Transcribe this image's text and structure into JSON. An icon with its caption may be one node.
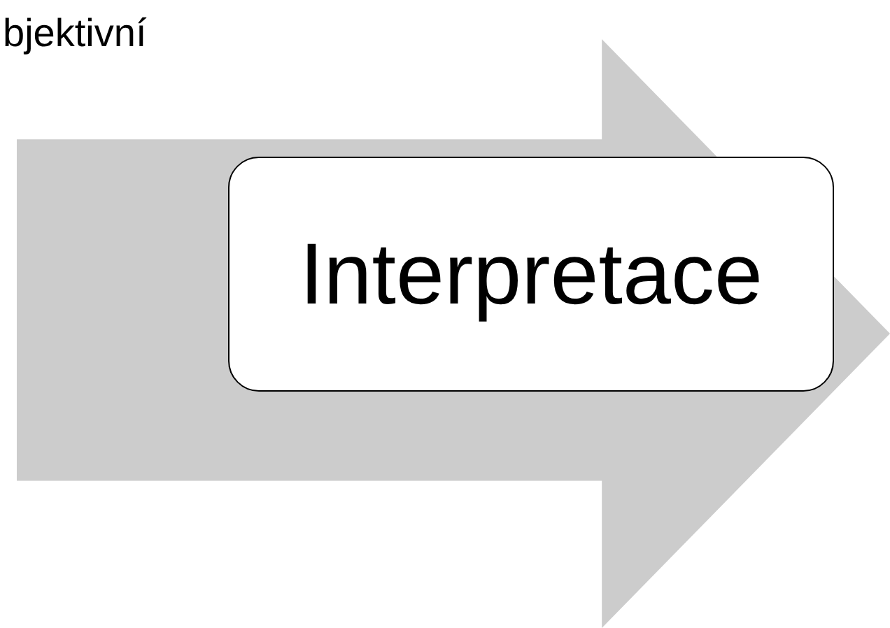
{
  "diagram": {
    "nodes": [
      {
        "text": [],
        "shape": "arrow"
      },
      {
        "text": [
          "Interpretace"
        ],
        "in": 0
      }
    ],
    "labels": [
      "bjektivní"
    ]
  }
}
